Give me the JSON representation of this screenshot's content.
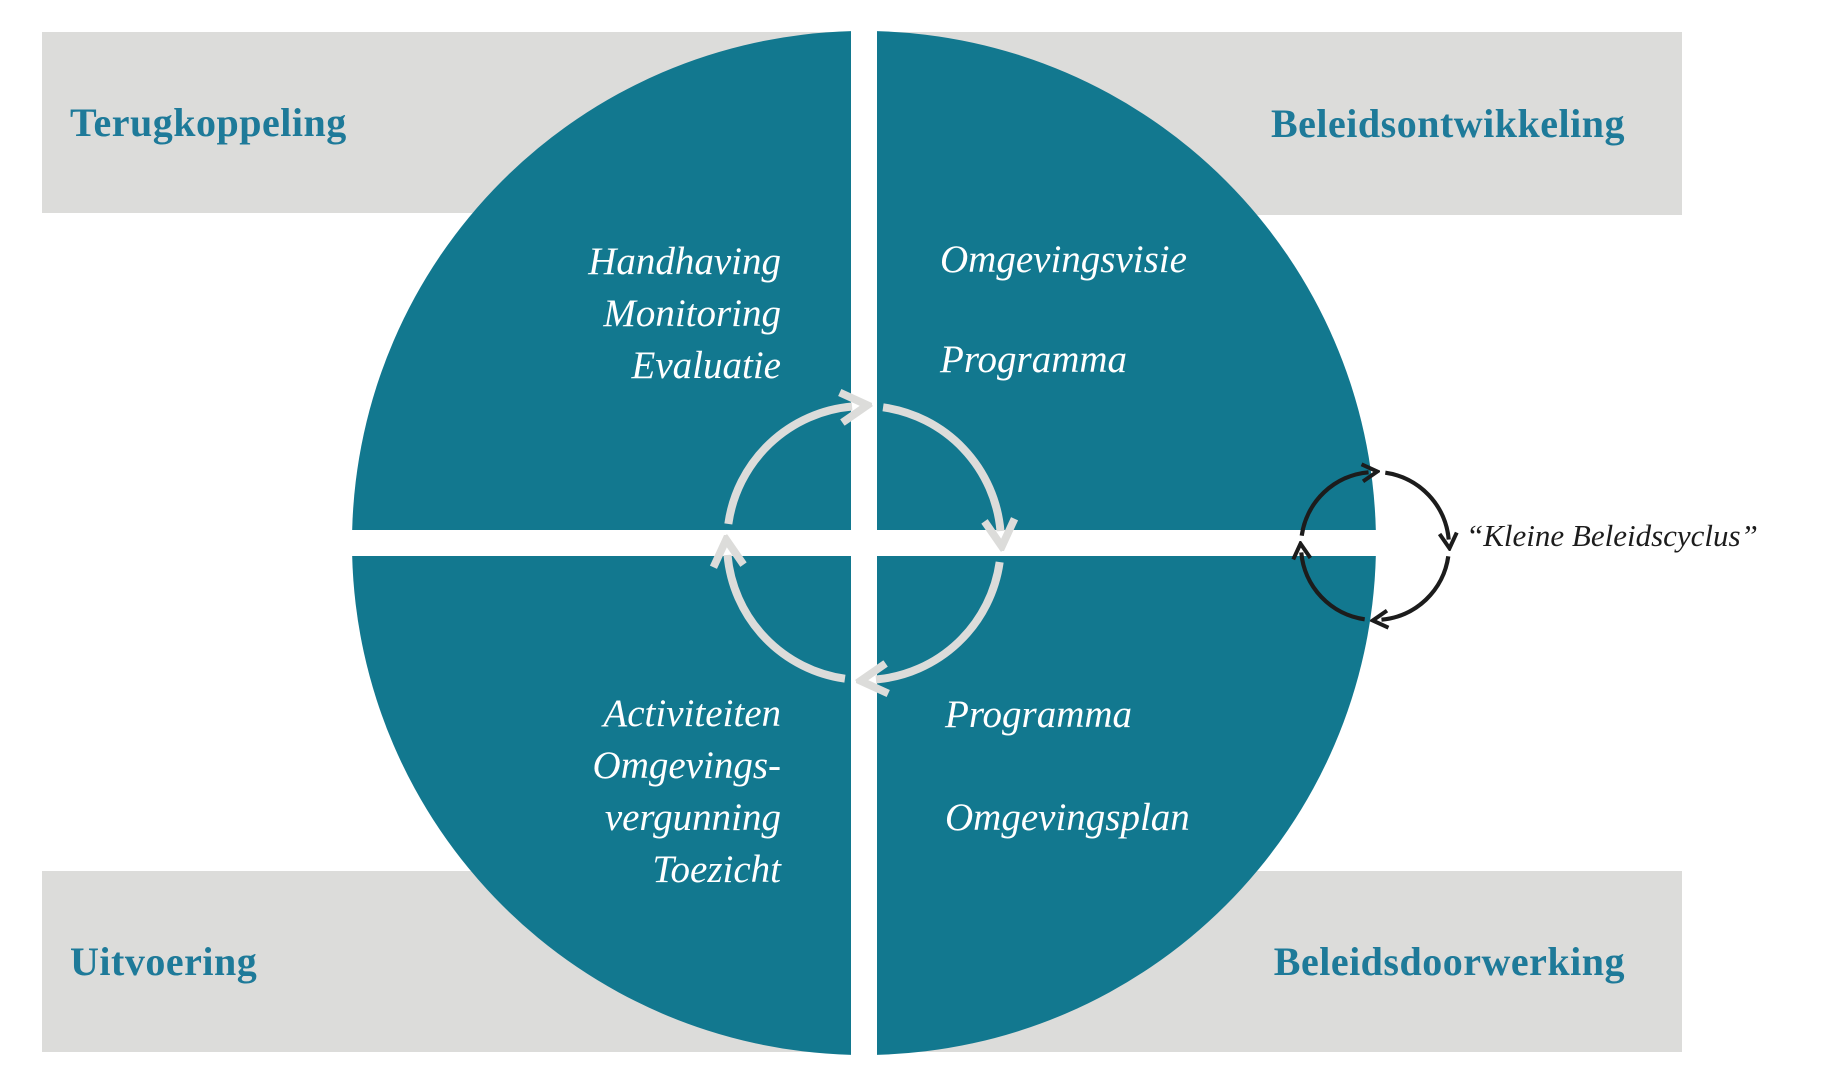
{
  "colors": {
    "quadrant_teal": "#12788F",
    "box_gray": "#DCDCDA",
    "label_teal": "#1E7A99",
    "quadrant_text_white": "#FFFFFF",
    "cycle_arrows_light": "#DCDCDA",
    "cycle_arrows_dark": "#1C1C1C",
    "background": "#FFFFFF"
  },
  "corner_labels": {
    "top_left": "Terugkoppeling",
    "top_right": "Beleidsontwikkeling",
    "bottom_left": "Uitvoering",
    "bottom_right": "Beleidsdoorwerking"
  },
  "quadrants": {
    "top_left": {
      "lines": [
        "Handhaving",
        "Monitoring",
        "Evaluatie"
      ]
    },
    "top_right": {
      "lines": [
        "Omgevingsvisie",
        "Programma"
      ]
    },
    "bottom_left": {
      "lines": [
        "Activiteiten",
        "Omgevings-",
        "vergunning",
        "Toezicht"
      ]
    },
    "bottom_right": {
      "lines": [
        "Programma",
        "Omgevingsplan"
      ]
    }
  },
  "annotation": {
    "small_cycle_label": "“Kleine Beleidscyclus”"
  }
}
